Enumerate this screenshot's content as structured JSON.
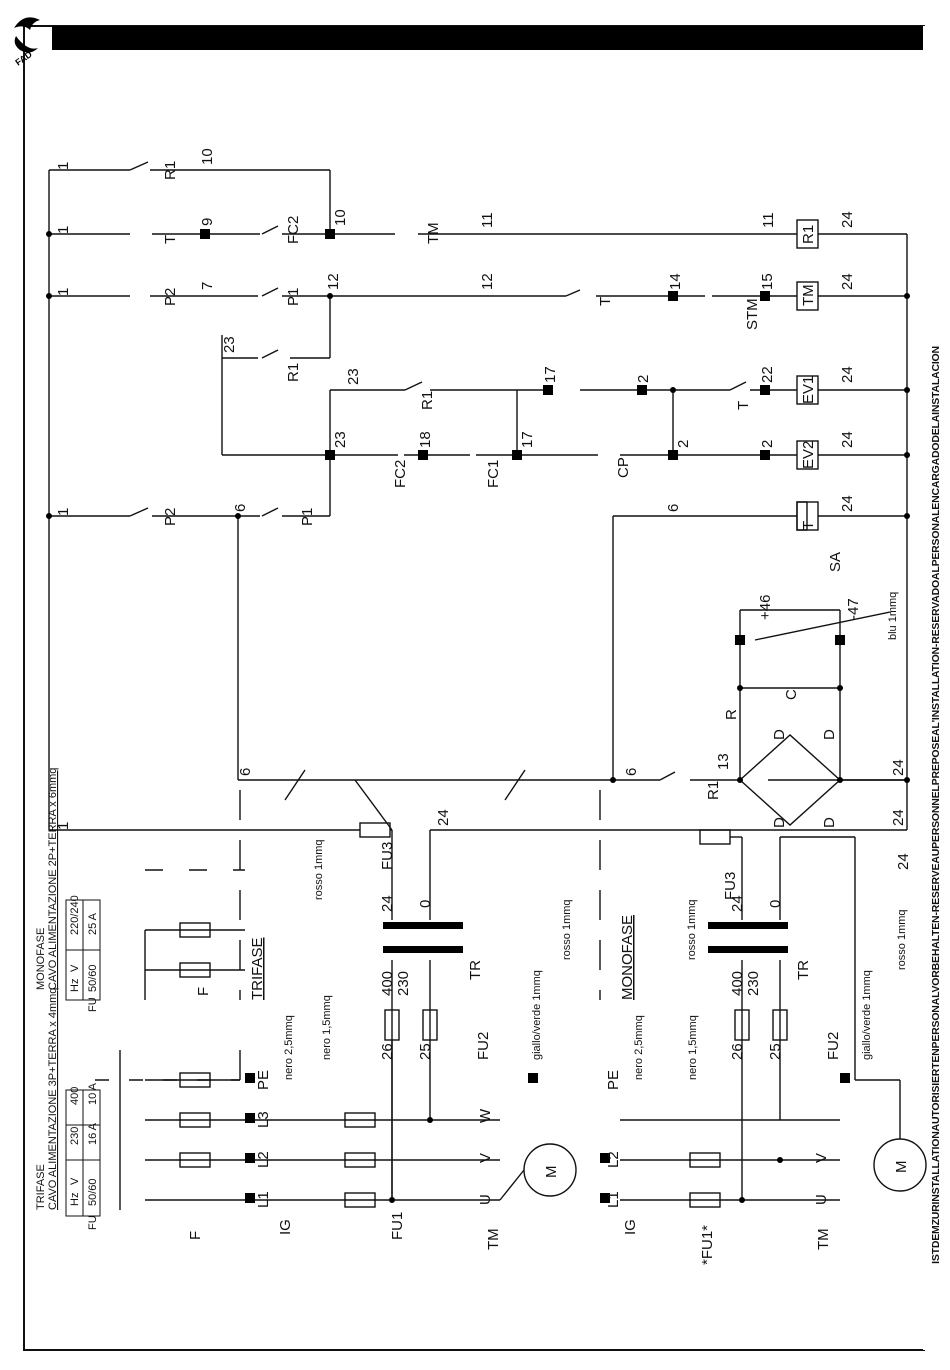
{
  "header": {
    "logo_icon": "fadini-logo"
  },
  "side_banner": "ISTDEMZURINSTALLATIONAUTORISIERTENPERSONALVORBEHALTEN-RESERVEAUPERSONNELPREPOSEAL'INSTALLATION-RESERVADOALPERSONALENCARGADODELAINSTALACION",
  "sections": {
    "trifase": "TRIFASE",
    "monofase": "MONOFASE"
  },
  "cable_notes": {
    "trifase_cable": "CAVO ALIMENTAZIONE 3P+TERRA x 4mmq",
    "trifase_title": "TRIFASE",
    "monofase_cable": "CAVO ALIMENTAZIONE 2P+TERRA x 6mmq",
    "monofase_title": "MONOFASE"
  },
  "tables": {
    "trifase": {
      "rows": [
        [
          "Hz",
          "V",
          "230",
          "400"
        ],
        [
          "FU",
          "50/60",
          "16 A",
          "10 A"
        ]
      ]
    },
    "monofase": {
      "rows": [
        [
          "Hz",
          "V",
          "220/240"
        ],
        [
          "FU",
          "50/60",
          "25 A"
        ]
      ]
    }
  },
  "wire_notes": {
    "rosso": "rosso 1mmq",
    "giallo": "giallo/verde 1mmq",
    "nero25": "nero 2,5mmq",
    "nero15": "nero 1,5mmq",
    "blu": "blu 1mmq"
  },
  "components": {
    "R1": "R1",
    "T": "T",
    "TM": "TM",
    "FC2": "FC2",
    "FC1": "FC1",
    "P1": "P1",
    "P2": "P2",
    "STM": "STM",
    "CP": "CP",
    "EV1": "EV1",
    "EV2": "EV2",
    "SA": "SA",
    "R": "R",
    "C": "C",
    "D": "D",
    "FU1": "FU1",
    "FU1s": "*FU1*",
    "FU2": "FU2",
    "FU3": "FU3",
    "TR": "TR",
    "IG": "IG",
    "F": "F",
    "M": "M",
    "PE": "PE",
    "L1": "L1",
    "L2": "L2",
    "L3": "L3",
    "U": "U",
    "V": "V",
    "W": "W"
  },
  "wire_numbers": {
    "n1": "1",
    "n2": "2",
    "n6": "6",
    "n7": "7",
    "n9": "9",
    "n10": "10",
    "n11": "11",
    "n12": "12",
    "n13": "13",
    "n14": "14",
    "n15": "15",
    "n17": "17",
    "n18": "18",
    "n22": "22",
    "n23": "23",
    "n24": "24",
    "n25": "25",
    "n26": "26",
    "n0": "0",
    "n230": "230",
    "n400": "400",
    "p46": "+46",
    "m47": "-47",
    "plus": "+",
    "minus": "-",
    "zero": "0"
  },
  "colors": {
    "ink": "#111111",
    "bar": "#000000",
    "paper": "#ffffff"
  }
}
